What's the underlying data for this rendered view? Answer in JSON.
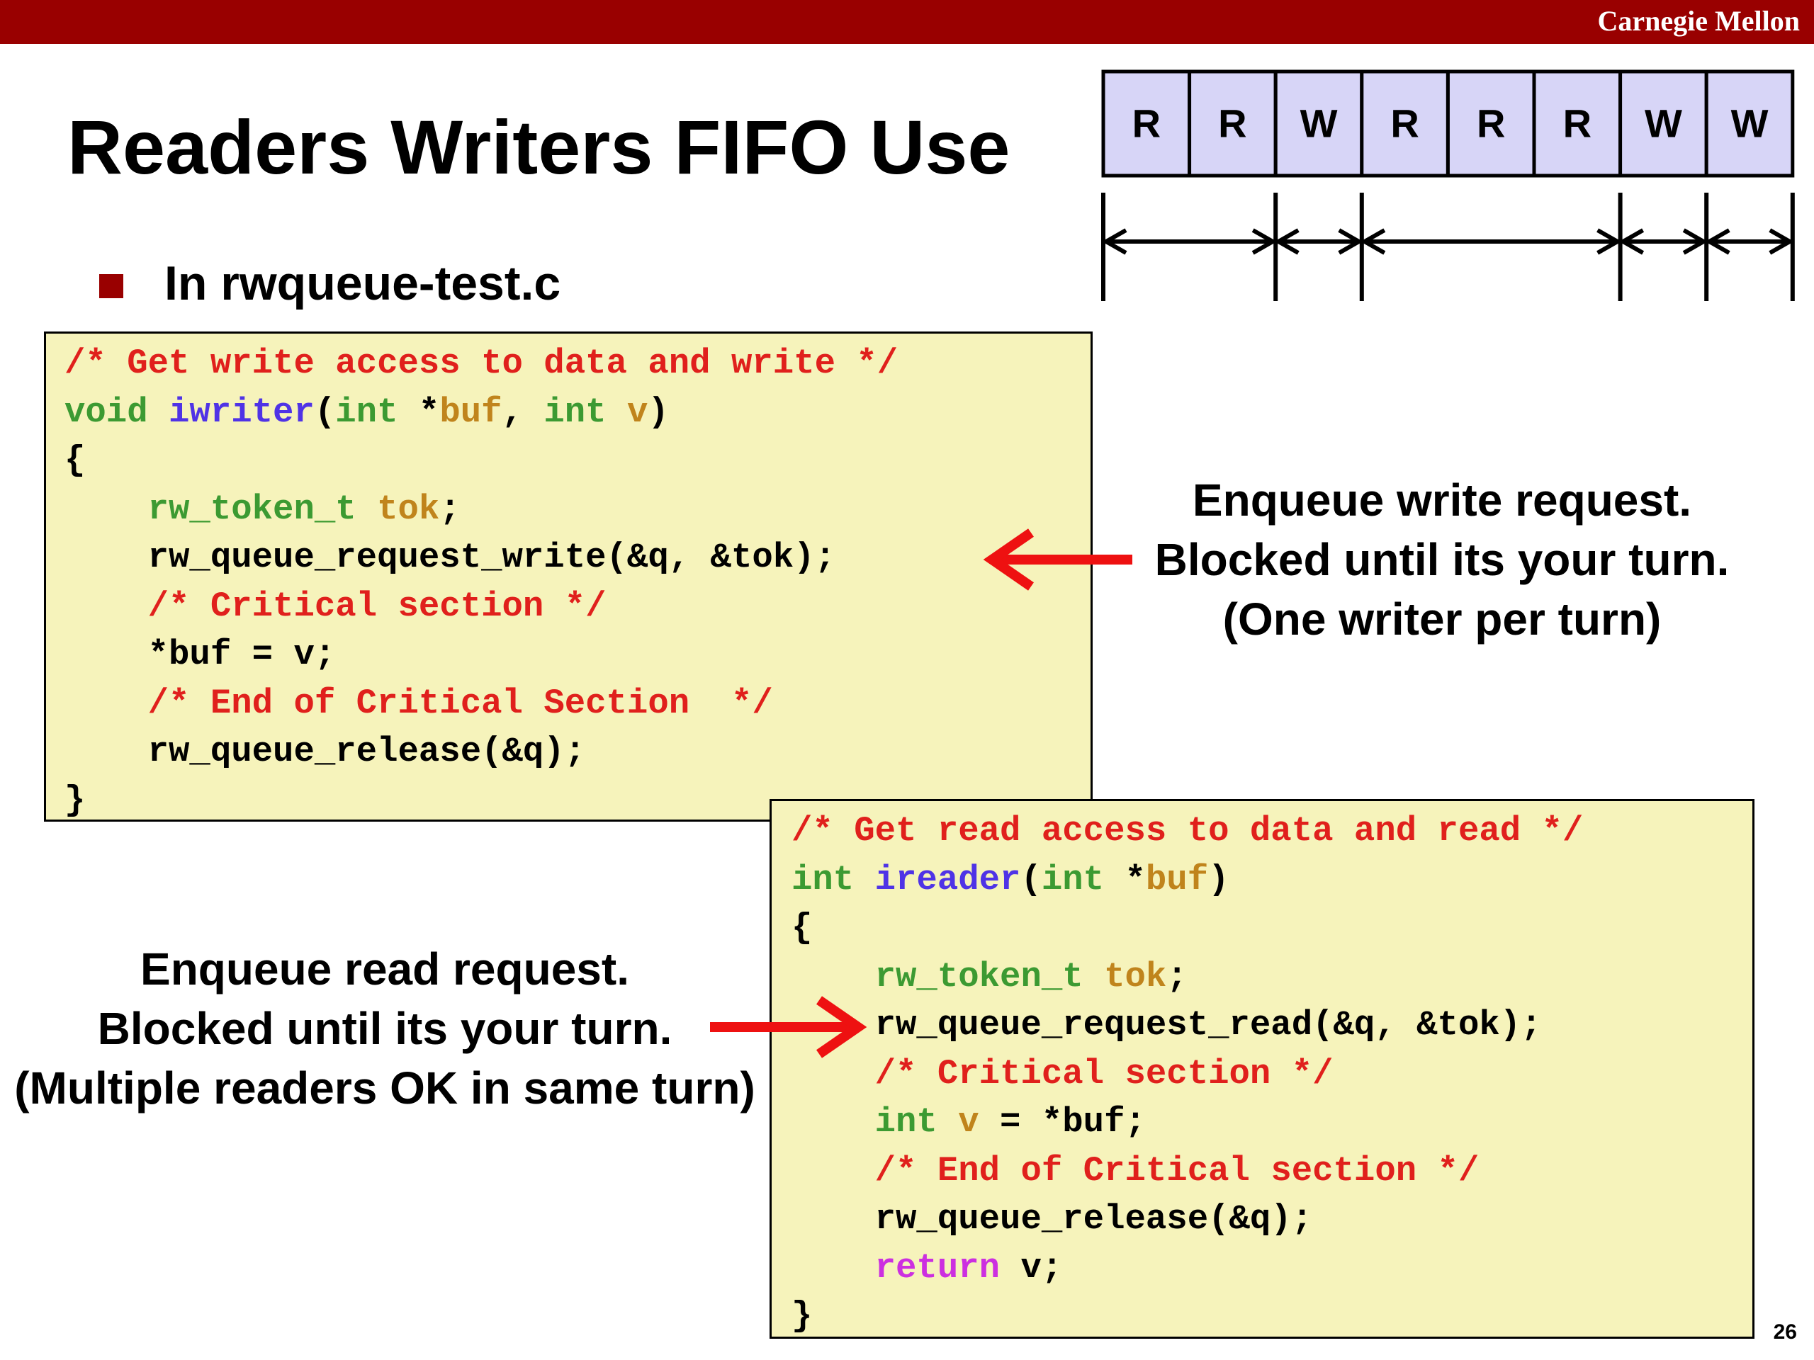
{
  "header": {
    "brand": "Carnegie Mellon"
  },
  "title": "Readers Writers FIFO Use",
  "bullet": {
    "text": "In rwqueue-test.c"
  },
  "queue": {
    "cells": [
      "R",
      "R",
      "W",
      "R",
      "R",
      "R",
      "W",
      "W"
    ],
    "cell_fill": "#d7d5f7",
    "turn_groups": [
      2,
      1,
      3,
      1,
      1
    ]
  },
  "writer_code": {
    "lines": [
      [
        {
          "t": "/* Get write access to data and write */",
          "c": "comment"
        }
      ],
      [
        {
          "t": "void ",
          "c": "type"
        },
        {
          "t": "iwriter",
          "c": "fn"
        },
        {
          "t": "(",
          "c": "plain"
        },
        {
          "t": "int ",
          "c": "type"
        },
        {
          "t": "*",
          "c": "plain"
        },
        {
          "t": "buf",
          "c": "var"
        },
        {
          "t": ", ",
          "c": "plain"
        },
        {
          "t": "int ",
          "c": "type"
        },
        {
          "t": "v",
          "c": "var"
        },
        {
          "t": ")",
          "c": "plain"
        }
      ],
      [
        {
          "t": "{",
          "c": "plain"
        }
      ],
      [
        {
          "t": "    ",
          "c": "plain"
        },
        {
          "t": "rw_token_t ",
          "c": "type"
        },
        {
          "t": "tok",
          "c": "var"
        },
        {
          "t": ";",
          "c": "plain"
        }
      ],
      [
        {
          "t": "    rw_queue_request_write(&q, &tok);",
          "c": "plain"
        }
      ],
      [
        {
          "t": "    ",
          "c": "plain"
        },
        {
          "t": "/* Critical section */",
          "c": "comment"
        }
      ],
      [
        {
          "t": "    *buf = v;",
          "c": "plain"
        }
      ],
      [
        {
          "t": "    ",
          "c": "plain"
        },
        {
          "t": "/* End of Critical Section  */",
          "c": "comment"
        }
      ],
      [
        {
          "t": "    rw_queue_release(&q);",
          "c": "plain"
        }
      ],
      [
        {
          "t": "}",
          "c": "plain"
        }
      ]
    ]
  },
  "reader_code": {
    "lines": [
      [
        {
          "t": "/* Get read access to data and read */",
          "c": "comment"
        }
      ],
      [
        {
          "t": "int ",
          "c": "type"
        },
        {
          "t": "ireader",
          "c": "fn"
        },
        {
          "t": "(",
          "c": "plain"
        },
        {
          "t": "int ",
          "c": "type"
        },
        {
          "t": "*",
          "c": "plain"
        },
        {
          "t": "buf",
          "c": "var"
        },
        {
          "t": ")",
          "c": "plain"
        }
      ],
      [
        {
          "t": "{",
          "c": "plain"
        }
      ],
      [
        {
          "t": "    ",
          "c": "plain"
        },
        {
          "t": "rw_token_t ",
          "c": "type"
        },
        {
          "t": "tok",
          "c": "var"
        },
        {
          "t": ";",
          "c": "plain"
        }
      ],
      [
        {
          "t": "    rw_queue_request_read(&q, &tok);",
          "c": "plain"
        }
      ],
      [
        {
          "t": "    ",
          "c": "plain"
        },
        {
          "t": "/* Critical section */",
          "c": "comment"
        }
      ],
      [
        {
          "t": "    ",
          "c": "plain"
        },
        {
          "t": "int ",
          "c": "type"
        },
        {
          "t": "v",
          "c": "var"
        },
        {
          "t": " = *buf;",
          "c": "plain"
        }
      ],
      [
        {
          "t": "    ",
          "c": "plain"
        },
        {
          "t": "/* End of Critical section */",
          "c": "comment"
        }
      ],
      [
        {
          "t": "    rw_queue_release(&q);",
          "c": "plain"
        }
      ],
      [
        {
          "t": "    ",
          "c": "plain"
        },
        {
          "t": "return",
          "c": "kw"
        },
        {
          "t": " v;",
          "c": "plain"
        }
      ],
      [
        {
          "t": "}",
          "c": "plain"
        }
      ]
    ]
  },
  "write_note": {
    "line1": "Enqueue write request.",
    "line2": "Blocked until its your turn.",
    "line3": "(One writer per turn)"
  },
  "read_note": {
    "line1": "Enqueue read request.",
    "line2": "Blocked until its your turn.",
    "line3": "(Multiple readers OK in same turn)"
  },
  "colors": {
    "arrow": "#ee1111",
    "code_bg": "#f6f3bb",
    "accent": "#990000"
  },
  "page_number": "26"
}
